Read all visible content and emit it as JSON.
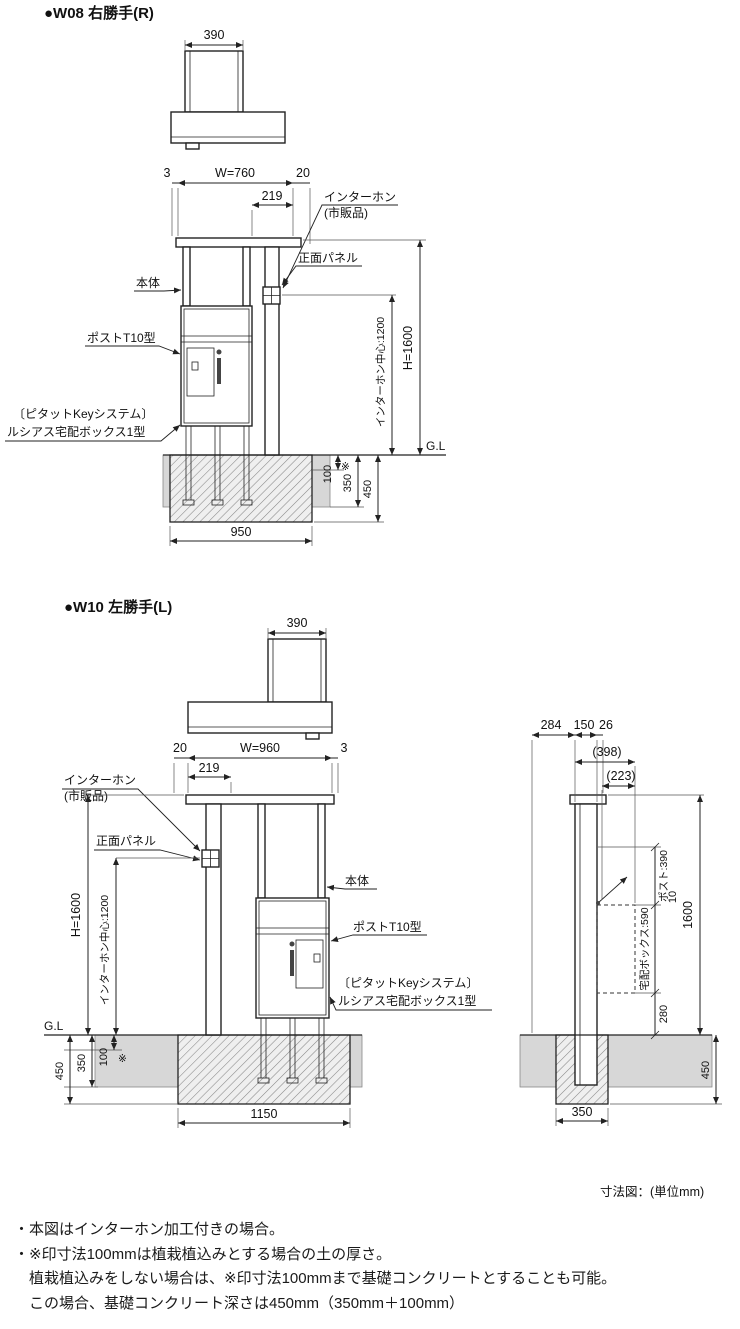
{
  "page": {
    "unit_label": "寸法図：(単位mm)"
  },
  "w08": {
    "title": "●W08 右勝手(R)",
    "plan_width": "390",
    "dim_left": "3",
    "dim_width": "W=760",
    "dim_right": "20",
    "dim_offset": "219",
    "dim_height": "H=1600",
    "dim_center": "インターホン中心:1200",
    "gl": "G.L",
    "dim_100": "100",
    "mark": "※",
    "dim_350": "350",
    "dim_450": "450",
    "dim_footing": "950",
    "interphone1": "インターホン",
    "interphone2": "(市販品)",
    "front_panel": "正面パネル",
    "body": "本体",
    "post": "ポストT10型",
    "key1": "〔ピタットKeyシステム〕",
    "key2": "ルシアス宅配ボックス1型"
  },
  "w10": {
    "title": "●W10 左勝手(L)",
    "plan_width": "390",
    "dim_left": "20",
    "dim_width": "W=960",
    "dim_right": "3",
    "dim_offset": "219",
    "dim_height": "H=1600",
    "dim_center": "インターホン中心:1200",
    "gl": "G.L",
    "dim_100": "100",
    "mark": "※",
    "dim_350": "350",
    "dim_450": "450",
    "dim_footing": "1150",
    "interphone1": "インターホン",
    "interphone2": "(市販品)",
    "front_panel": "正面パネル",
    "body": "本体",
    "post": "ポストT10型",
    "key1": "〔ピタットKeyシステム〕",
    "key2": "ルシアス宅配ボックス1型"
  },
  "side": {
    "dim_284": "284",
    "dim_150": "150",
    "dim_26": "26",
    "dim_398": "(398)",
    "dim_223": "(223)",
    "dim_10": "10",
    "dim_post": "ポスト:390",
    "dim_box": "宅配ボックス:590",
    "dim_1600": "1600",
    "dim_280": "280",
    "dim_450": "450",
    "dim_footing": "350"
  },
  "notes": {
    "line1": "・本図はインターホン加工付きの場合。",
    "line2": "・※印寸法100mmは植栽植込みとする場合の土の厚さ。",
    "line3": "植栽植込みをしない場合は、※印寸法100mmまで基礎コンクリートとすることも可能。",
    "line4": "この場合、基礎コンクリート深さは450mm（350mm＋100mm）"
  }
}
